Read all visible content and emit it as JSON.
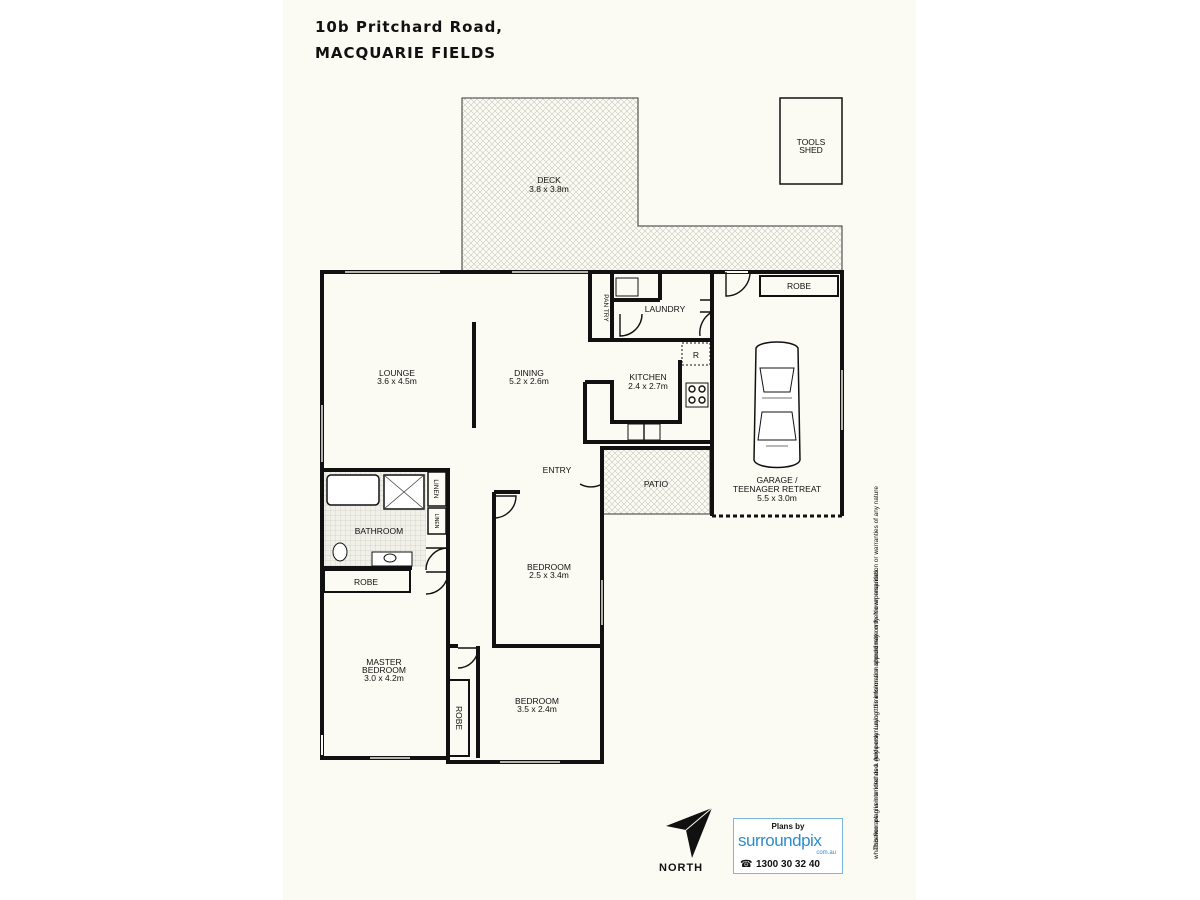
{
  "header": {
    "address_line1": "10b Pritchard Road,",
    "address_line2": "MACQUARIE FIELDS"
  },
  "rooms": {
    "deck": {
      "name": "DECK",
      "dims": "3.8 x 3.8m"
    },
    "tools_shed": {
      "line1": "TOOLS",
      "line2": "SHED"
    },
    "lounge": {
      "name": "LOUNGE",
      "dims": "3.6 x 4.5m"
    },
    "dining": {
      "name": "DINING",
      "dims": "5.2 x 2.6m"
    },
    "pantry": {
      "name": "PAN TRY"
    },
    "laundry": {
      "name": "LAUNDRY"
    },
    "kitchen": {
      "name": "KITCHEN",
      "dims": "2.4 x 2.7m"
    },
    "fridge": {
      "name": "R"
    },
    "garage_robe": {
      "name": "ROBE"
    },
    "garage": {
      "line1": "GARAGE /",
      "line2": "TEENAGER RETREAT",
      "dims": "5.5 x 3.0m"
    },
    "entry": {
      "name": "ENTRY"
    },
    "patio": {
      "name": "PATIO"
    },
    "linen1": {
      "name": "LINEN"
    },
    "linen2": {
      "name": "LINEN"
    },
    "bathroom": {
      "name": "BATHROOM"
    },
    "robe_master": {
      "name": "ROBE"
    },
    "bedroom2": {
      "name": "BEDROOM",
      "dims": "2.5 x 3.4m"
    },
    "master": {
      "line1": "MASTER",
      "line2": "BEDROOM",
      "dims": "3.0 x 4.2m"
    },
    "robe_bed3": {
      "name": "ROBE"
    },
    "bedroom3": {
      "name": "BEDROOM",
      "dims": "3.5 x 2.4m"
    }
  },
  "compass": {
    "label": "NORTH",
    "icon": "north-arrow-icon"
  },
  "branding": {
    "plans_by": "Plans by",
    "brand_name": "surroundpix",
    "domain": "com.au",
    "phone": "1300 30 32 40",
    "phone_icon": "phone-icon",
    "brand_color": "#2e8ccc"
  },
  "disclaimer": {
    "line1": "This floor plan is intended as a guide only. Layout dimension are approximate only. No representation or warranties of any nature",
    "line2": "whatsoever are given or intended. Any person using this information should rely on their own enquiries."
  },
  "colors": {
    "background": "#fbfbf3",
    "wall": "#111111",
    "hatch": "#c8c8c0"
  }
}
